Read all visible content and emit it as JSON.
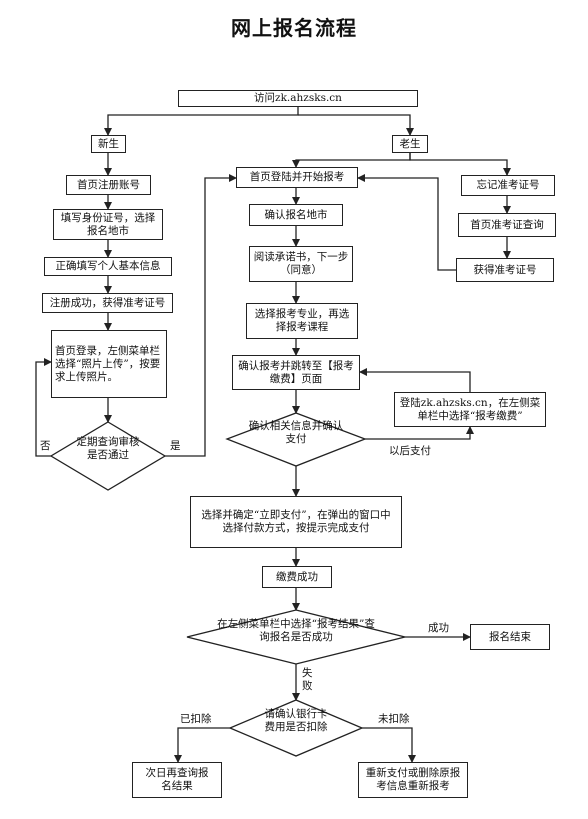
{
  "title": "网上报名流程",
  "nodes": {
    "visit": "访问zk.ahzsks.cn",
    "new_student": "新生",
    "old_student": "老生",
    "register_account": "首页注册账号",
    "fill_id": "填写身份证号，选择报名地市",
    "fill_info": "正确填写个人基本信息",
    "reg_success": "注册成功，获得准考证号",
    "upload_photo": "首页登录，左侧菜单栏选择“照片上传”，按要求上传照片。",
    "photo_check": "定期查询审核是否通过",
    "login_start": "首页登陆并开始报考",
    "confirm_city": "确认报名地市",
    "read_promise": "阅读承诺书，下一步（同意）",
    "choose_major": "选择报考专业，再选择报考课程",
    "confirm_jump": "确认报考并跳转至【报考缴费】页面",
    "confirm_pay": "确认相关信息并确认支付",
    "later_pay_box": "登陆zk.ahzsks.cn，在左侧菜单栏中选择“报考缴费”",
    "forgot_ticket": "忘记准考证号",
    "query_ticket": "首页准考证查询",
    "get_ticket": "获得准考证号",
    "choose_pay": "选择并确定“立即支付”，在弹出的窗口中选择付款方式，按提示完成支付",
    "pay_success": "缴费成功",
    "check_result": "在左侧菜单栏中选择“报考结果”查询报名是否成功",
    "reg_end": "报名结束",
    "confirm_deduct": "请确认银行卡费用是否扣除",
    "next_day": "次日再查询报名结果",
    "repay": "重新支付或删除原报考信息重新报考"
  },
  "labels": {
    "no": "否",
    "yes": "是",
    "later_pay": "以后支付",
    "success": "成功",
    "fail": "失败",
    "deducted": "已扣除",
    "not_deducted": "未扣除"
  }
}
